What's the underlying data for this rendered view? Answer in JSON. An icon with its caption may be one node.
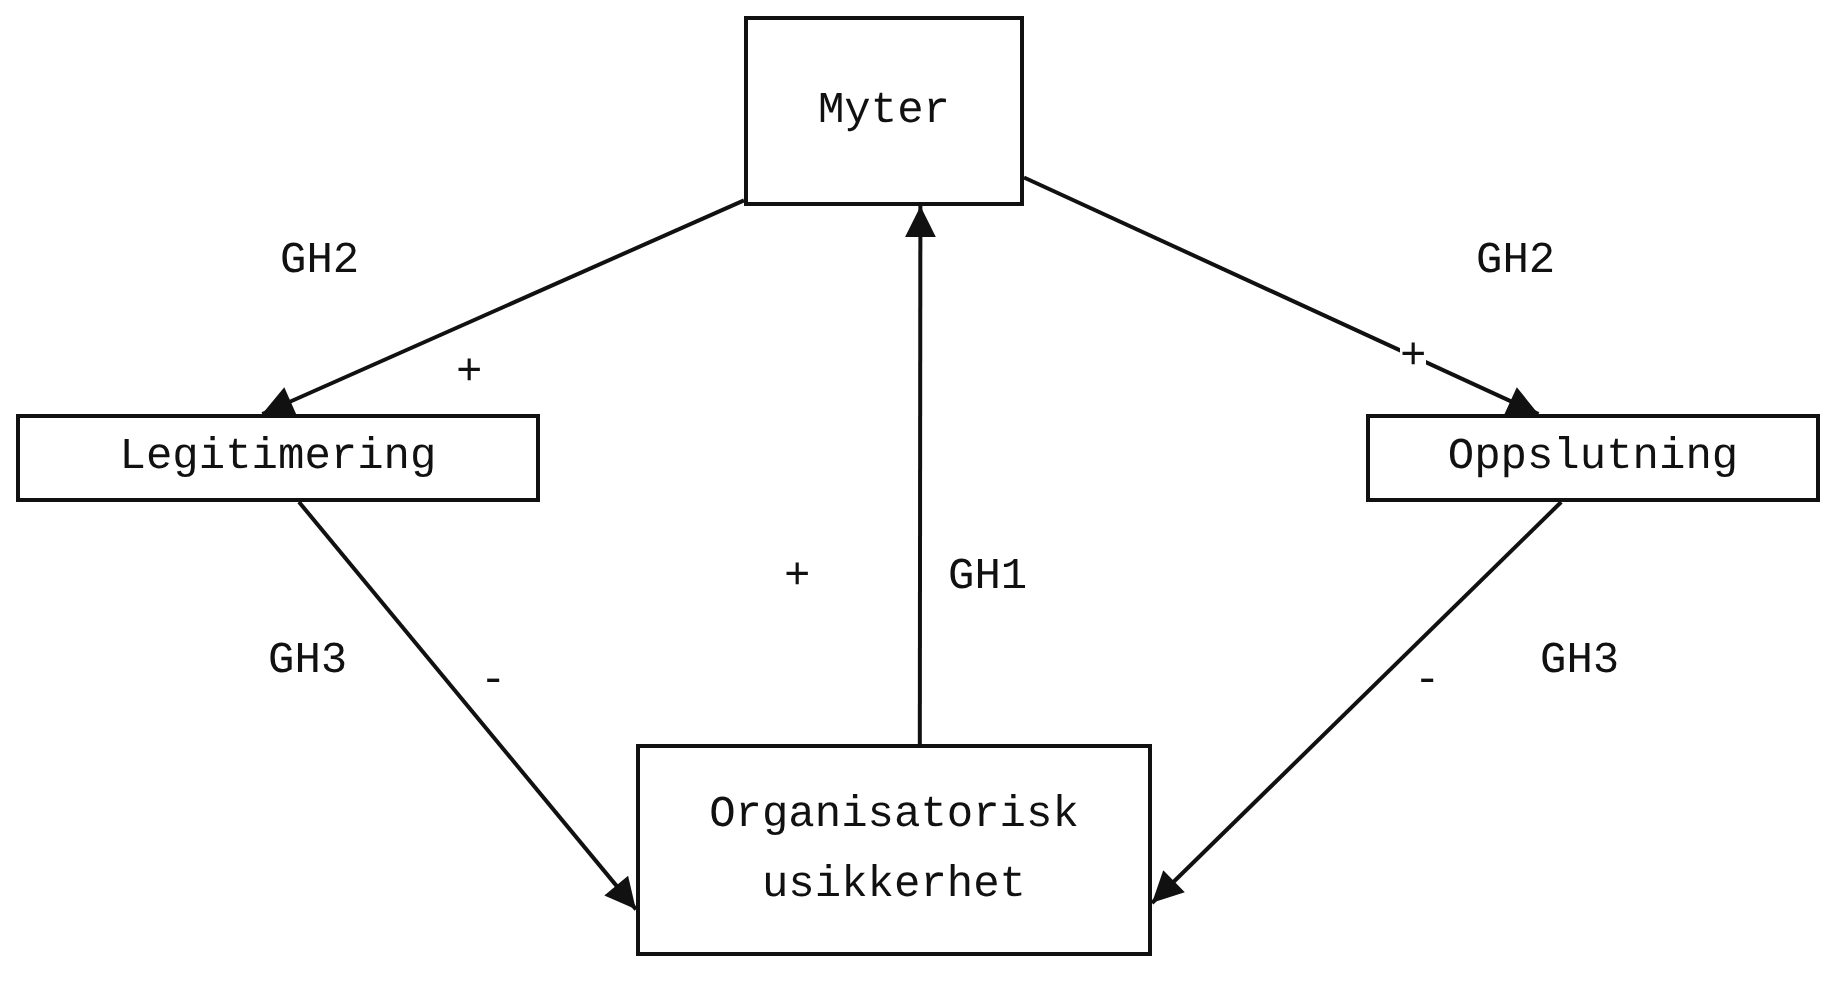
{
  "diagram": {
    "nodes": [
      {
        "text": [
          "Myter"
        ]
      },
      {
        "text": [
          "Legitimering"
        ]
      },
      {
        "text": [
          "Oppslutning"
        ]
      },
      {
        "text": [
          "Organisatorisk usikkerhet"
        ]
      }
    ],
    "edges": [
      {
        "from": 0,
        "to": 1,
        "arrow": "to",
        "label": "GH2"
      },
      {
        "from": 0,
        "to": 2,
        "arrow": "to",
        "label": "GH2"
      },
      {
        "from": 3,
        "to": 0,
        "arrow": "to",
        "label": "GH1"
      },
      {
        "from": 1,
        "to": 3,
        "arrow": "to",
        "label": "GH3"
      },
      {
        "from": 2,
        "to": 3,
        "arrow": "to",
        "label": "GH3"
      }
    ],
    "labels": [
      "+",
      "+",
      "+",
      "-",
      "-"
    ]
  }
}
